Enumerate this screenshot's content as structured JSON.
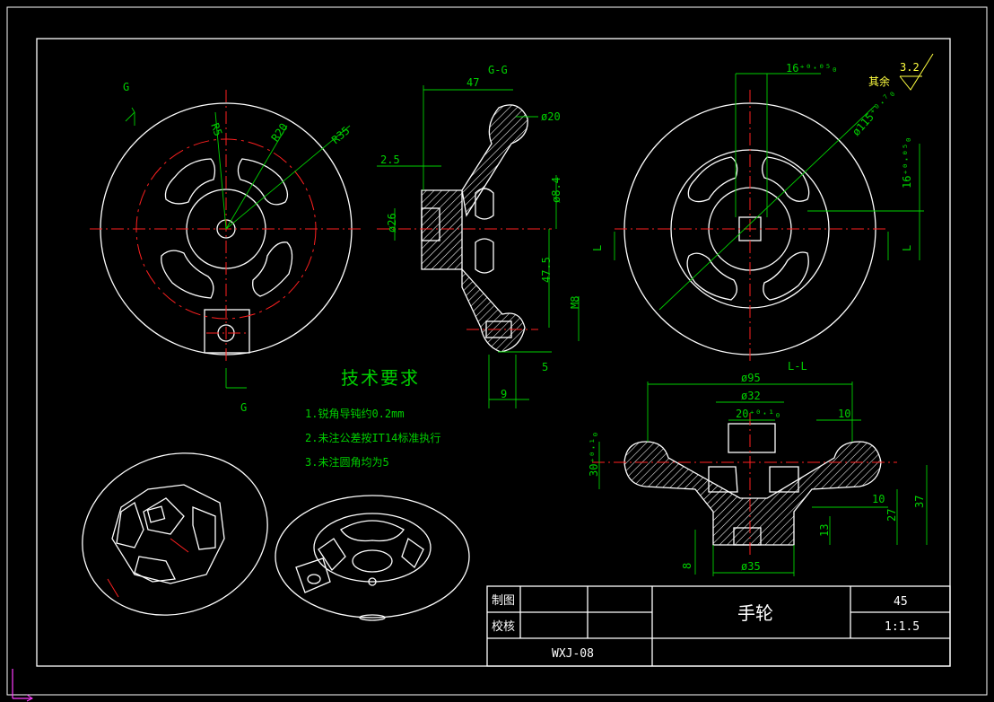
{
  "drawing": {
    "title": "手轮",
    "scale": "1:1.5",
    "quantity": "45",
    "drawing_no": "WXJ-08",
    "title_block": {
      "drawn_label": "制图",
      "checked_label": "校核"
    }
  },
  "views": {
    "left_section_label_top": "G",
    "left_section_label_bottom": "G",
    "section_gg": "G-G",
    "section_ll": "L-L",
    "right_section_label_left": "L",
    "right_section_label_right": "L"
  },
  "tech_requirements": {
    "heading": "技术要求",
    "items": [
      "1.锐角导钝约0.2mm",
      "2.未注公差按IT14标准执行",
      "3.未注圆角均为5"
    ]
  },
  "roughness": {
    "value": "3.2",
    "note": "其余"
  },
  "dims_front": {
    "r1": "R5",
    "r2": "R20",
    "r3": "R35"
  },
  "dims_gg": {
    "d47": "47",
    "d20": "ø20",
    "d2_5": "2.5",
    "d26": "ø26",
    "d8_4": "ø8.4",
    "d47_5": "47.5",
    "dM8": "M8",
    "d5": "5",
    "d9": "9"
  },
  "dims_right": {
    "d16a": "16⁺⁰·⁰⁵₀",
    "d115": "ø115⁺⁰·⁷₀",
    "d16b": "16⁺⁰·⁰⁵₀"
  },
  "dims_ll": {
    "d95": "ø95",
    "d32": "ø32",
    "d20": "20⁺⁰·¹₀",
    "d10a": "10",
    "d30": "30⁺⁰·¹₀",
    "d10b": "10",
    "d27": "27",
    "d37": "37",
    "d13": "13",
    "d8": "8",
    "d35": "ø35"
  }
}
